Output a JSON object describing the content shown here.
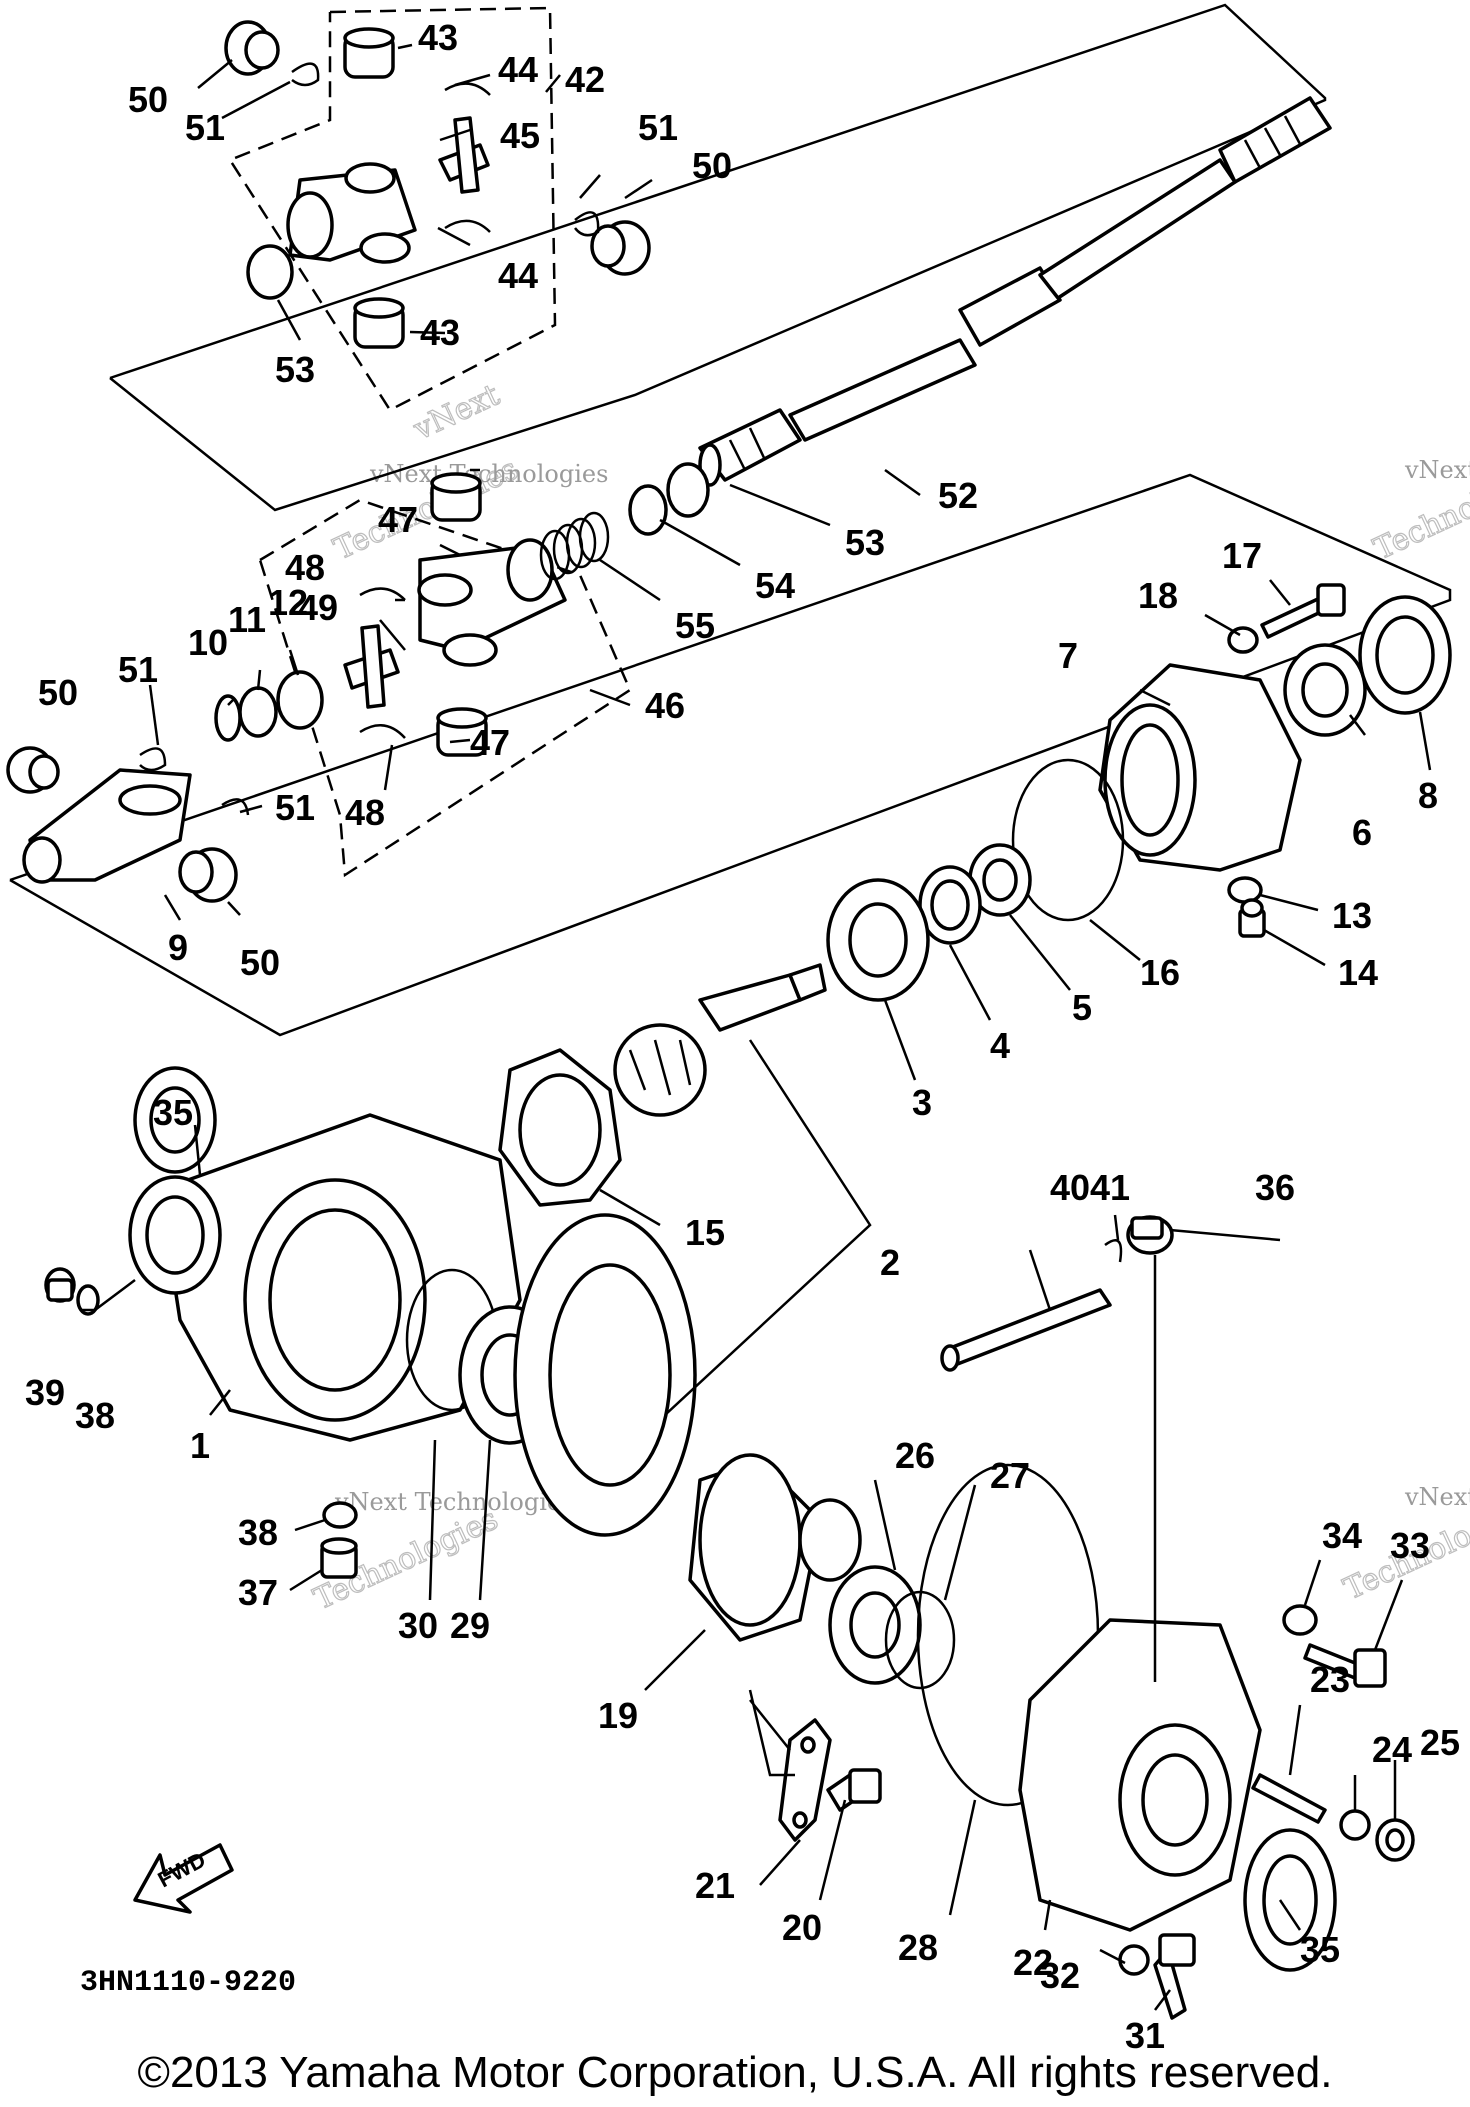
{
  "diagram_code": "3HN1110-9220",
  "direction_label": "FWD",
  "copyright": "©2013 Yamaha Motor Corporation, U.S.A. All rights reserved.",
  "watermark": {
    "brand": "vNext",
    "line1": "vNext Technologies",
    "line2": "Technologies"
  },
  "callouts": {
    "c1": "1",
    "c2": "2",
    "c3": "3",
    "c4": "4",
    "c5": "5",
    "c6": "6",
    "c7": "7",
    "c8": "8",
    "c9": "9",
    "c10": "10",
    "c11": "11",
    "c12": "12",
    "c13": "13",
    "c14": "14",
    "c15": "15",
    "c16": "16",
    "c17": "17",
    "c18": "18",
    "c19": "19",
    "c20": "20",
    "c21": "21",
    "c22": "22",
    "c23": "23",
    "c24": "24",
    "c25": "25",
    "c26": "26",
    "c27": "27",
    "c28": "28",
    "c29": "29",
    "c30": "30",
    "c31": "31",
    "c32": "32",
    "c33": "33",
    "c34": "34",
    "c35": "35",
    "c36": "36",
    "c37": "37",
    "c38": "38",
    "c39": "39",
    "c40": "40",
    "c41": "41",
    "c42": "42",
    "c43": "43",
    "c44": "44",
    "c45": "45",
    "c46": "46",
    "c47": "47",
    "c48": "48",
    "c49": "49",
    "c50": "50",
    "c51": "51",
    "c52": "52",
    "c53": "53",
    "c54": "54",
    "c55": "55"
  }
}
